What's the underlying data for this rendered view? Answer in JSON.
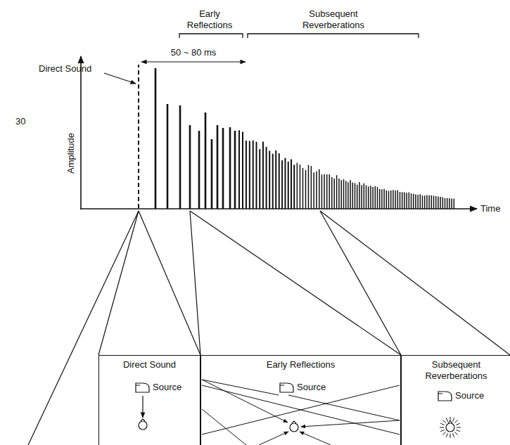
{
  "diagram": {
    "nodes": [
      {
        "text": [
          "Direct Sound",
          "Source"
        ]
      },
      {
        "text": [
          "Early Reflections",
          "Source"
        ]
      },
      {
        "text": [
          "Subsequent Reverberations",
          "Source"
        ]
      }
    ],
    "labels": [
      "Early Reflections",
      "Subsequent Reverberations",
      "Direct Sound",
      "50 ~ 80 ms",
      "30",
      "Amplitude",
      "Time"
    ]
  }
}
